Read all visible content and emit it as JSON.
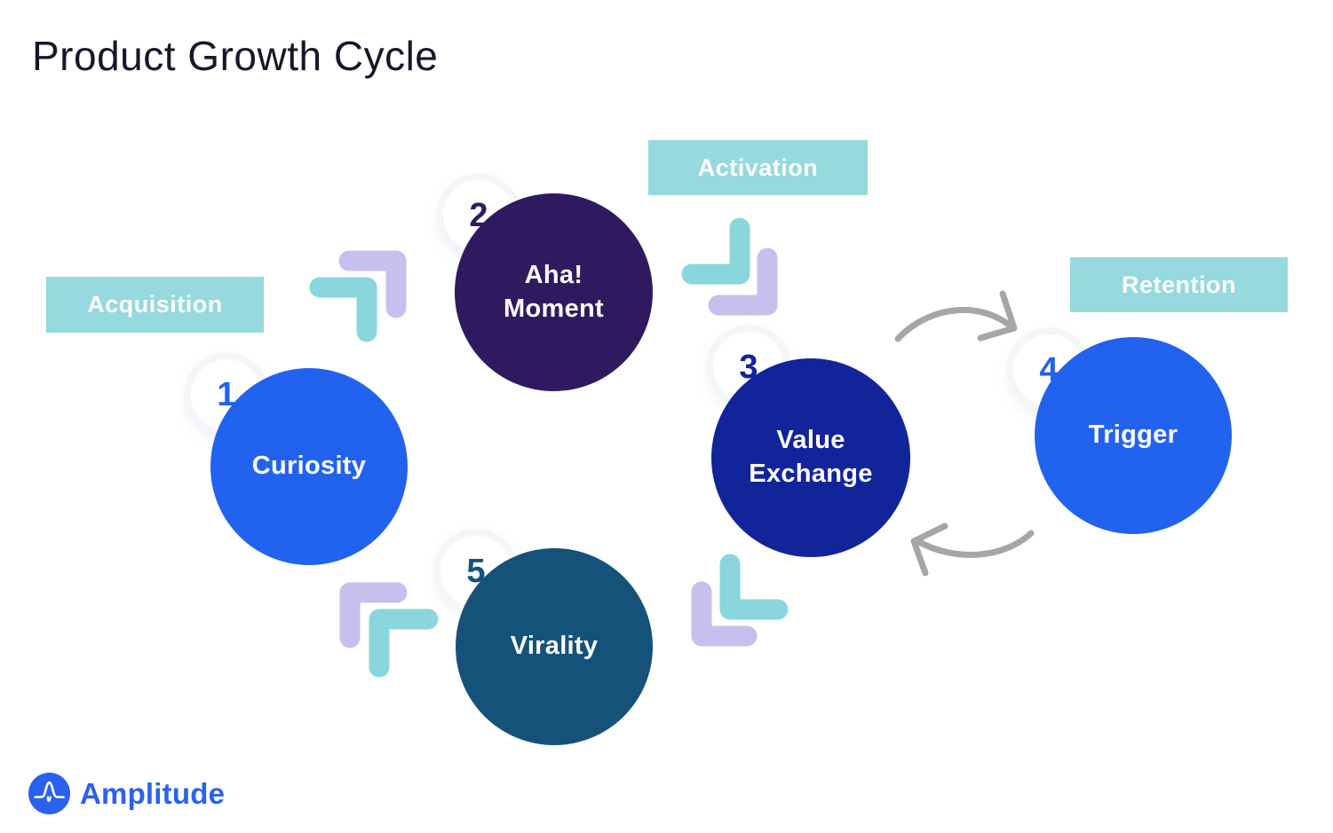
{
  "title": "Product Growth Cycle",
  "stages": [
    {
      "num": "1",
      "label": "Curiosity",
      "color": "#2163ee"
    },
    {
      "num": "2",
      "label": "Aha!\nMoment",
      "color": "#301a5f"
    },
    {
      "num": "3",
      "label": "Value\nExchange",
      "color": "#12249a"
    },
    {
      "num": "4",
      "label": "Trigger",
      "color": "#2163ee"
    },
    {
      "num": "5",
      "label": "Virality",
      "color": "#14527a"
    }
  ],
  "phases": [
    {
      "label": "Acquisition"
    },
    {
      "label": "Activation"
    },
    {
      "label": "Retention"
    }
  ],
  "brand": {
    "name": "Amplitude",
    "color": "#2a61f0"
  },
  "palette": {
    "phase_label_bg": "#96d9de",
    "arrow_teal": "#8bd6dd",
    "arrow_lavender": "#c7bfee",
    "flow_arrow_gray": "#a6a6a6",
    "title_color": "#17172b",
    "stage_text": "#ffffff"
  }
}
